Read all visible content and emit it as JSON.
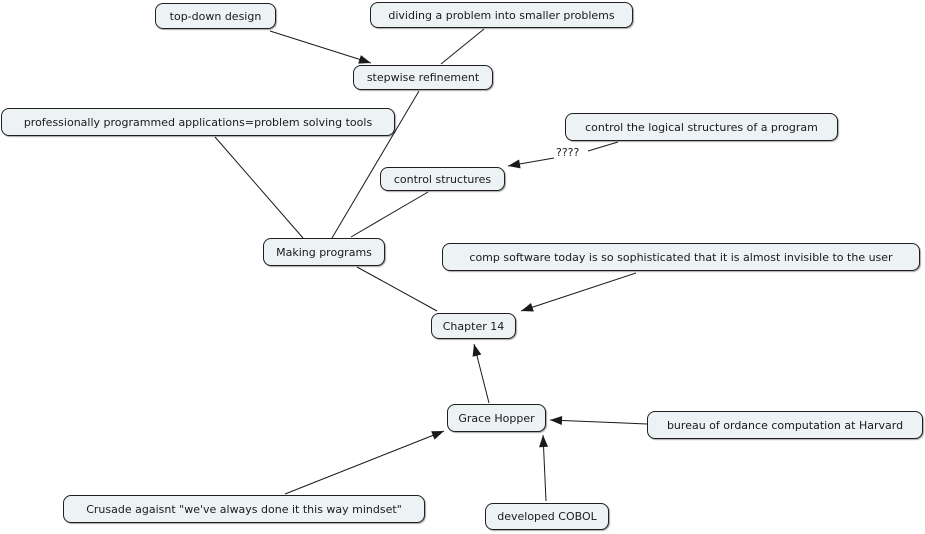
{
  "diagram": {
    "type": "concept-map",
    "background": "#ffffff",
    "colors": {
      "node_fill": "#edf2f4",
      "node_border": "#1f1f1f",
      "edge_stroke": "#1a1a1a",
      "text": "#1a1a1a"
    },
    "nodes": [
      {
        "id": "top-down-design",
        "label": "top-down design"
      },
      {
        "id": "dividing-problem",
        "label": "dividing a problem into smaller problems"
      },
      {
        "id": "stepwise-refinement",
        "label": "stepwise refinement"
      },
      {
        "id": "professional-applications",
        "label": "professionally programmed applications=problem solving tools"
      },
      {
        "id": "control-logical-structures",
        "label": "control the logical structures of a program"
      },
      {
        "id": "control-structures",
        "label": "control structures"
      },
      {
        "id": "making-programs",
        "label": "Making programs"
      },
      {
        "id": "comp-software-invisible",
        "label": "comp software today is so sophisticated that it is almost invisible to the user"
      },
      {
        "id": "chapter-14",
        "label": "Chapter 14"
      },
      {
        "id": "grace-hopper",
        "label": "Grace Hopper"
      },
      {
        "id": "bureau-ordance",
        "label": "bureau of ordance computation at Harvard"
      },
      {
        "id": "crusade-mindset",
        "label": "Crusade agaisnt \"we've always done it this way mindset\""
      },
      {
        "id": "developed-cobol",
        "label": "developed COBOL"
      }
    ],
    "link_label": {
      "text": "????"
    },
    "edges": [
      {
        "from": "top-down-design",
        "to": "stepwise-refinement",
        "arrow": true
      },
      {
        "from": "dividing-problem",
        "to": "stepwise-refinement",
        "arrow": false
      },
      {
        "from": "professional-applications",
        "to": "making-programs",
        "arrow": false
      },
      {
        "from": "stepwise-refinement",
        "to": "making-programs",
        "arrow": false
      },
      {
        "from": "control-structures",
        "to": "making-programs",
        "arrow": false
      },
      {
        "from": "control-logical-structures",
        "to": "control-structures",
        "arrow": true,
        "label": "????"
      },
      {
        "from": "making-programs",
        "to": "chapter-14",
        "arrow": false
      },
      {
        "from": "comp-software-invisible",
        "to": "chapter-14",
        "arrow": true
      },
      {
        "from": "grace-hopper",
        "to": "chapter-14",
        "arrow": true
      },
      {
        "from": "bureau-ordance",
        "to": "grace-hopper",
        "arrow": true
      },
      {
        "from": "crusade-mindset",
        "to": "grace-hopper",
        "arrow": true
      },
      {
        "from": "developed-cobol",
        "to": "grace-hopper",
        "arrow": true
      }
    ]
  }
}
